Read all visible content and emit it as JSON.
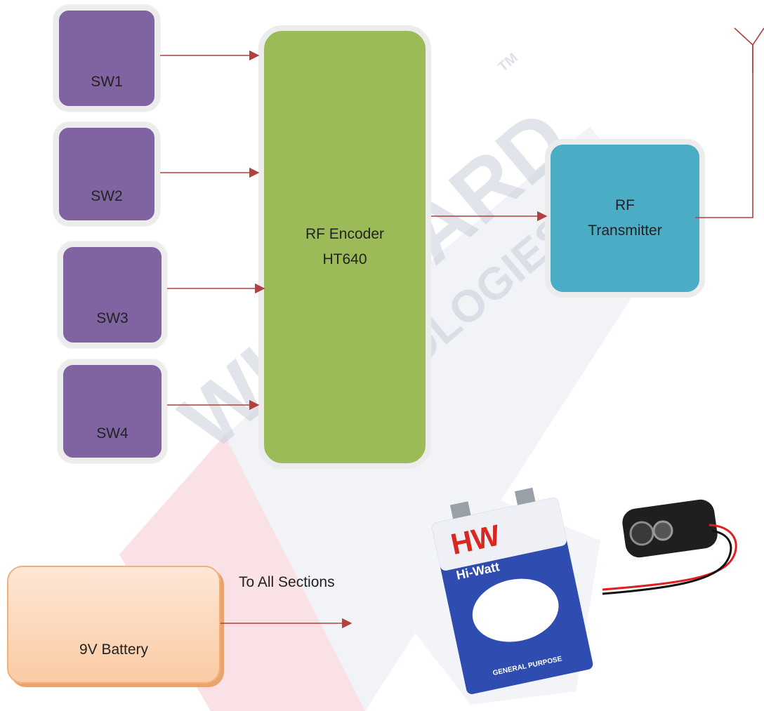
{
  "blocks": {
    "sw1": "SW1",
    "sw2": "SW2",
    "sw3": "SW3",
    "sw4": "SW4",
    "encoder_line1": "RF Encoder",
    "encoder_line2": "HT640",
    "transmitter_line1": "RF",
    "transmitter_line2": "Transmitter",
    "battery": "9V Battery"
  },
  "labels": {
    "power_distribution": "To All Sections"
  },
  "watermark": {
    "line1": "WINE YARD",
    "line2": "TECHNOLOGIES",
    "tm": "TM"
  },
  "photos": {
    "battery_brand": "HW",
    "battery_name": "Hi-Watt",
    "battery_footer": "GENERAL PURPOSE"
  },
  "colors": {
    "switch": "#8064a2",
    "encoder": "#9bbb59",
    "transmitter": "#4bacc6",
    "battery": "#fbcba3",
    "connector": "#b0413e"
  }
}
